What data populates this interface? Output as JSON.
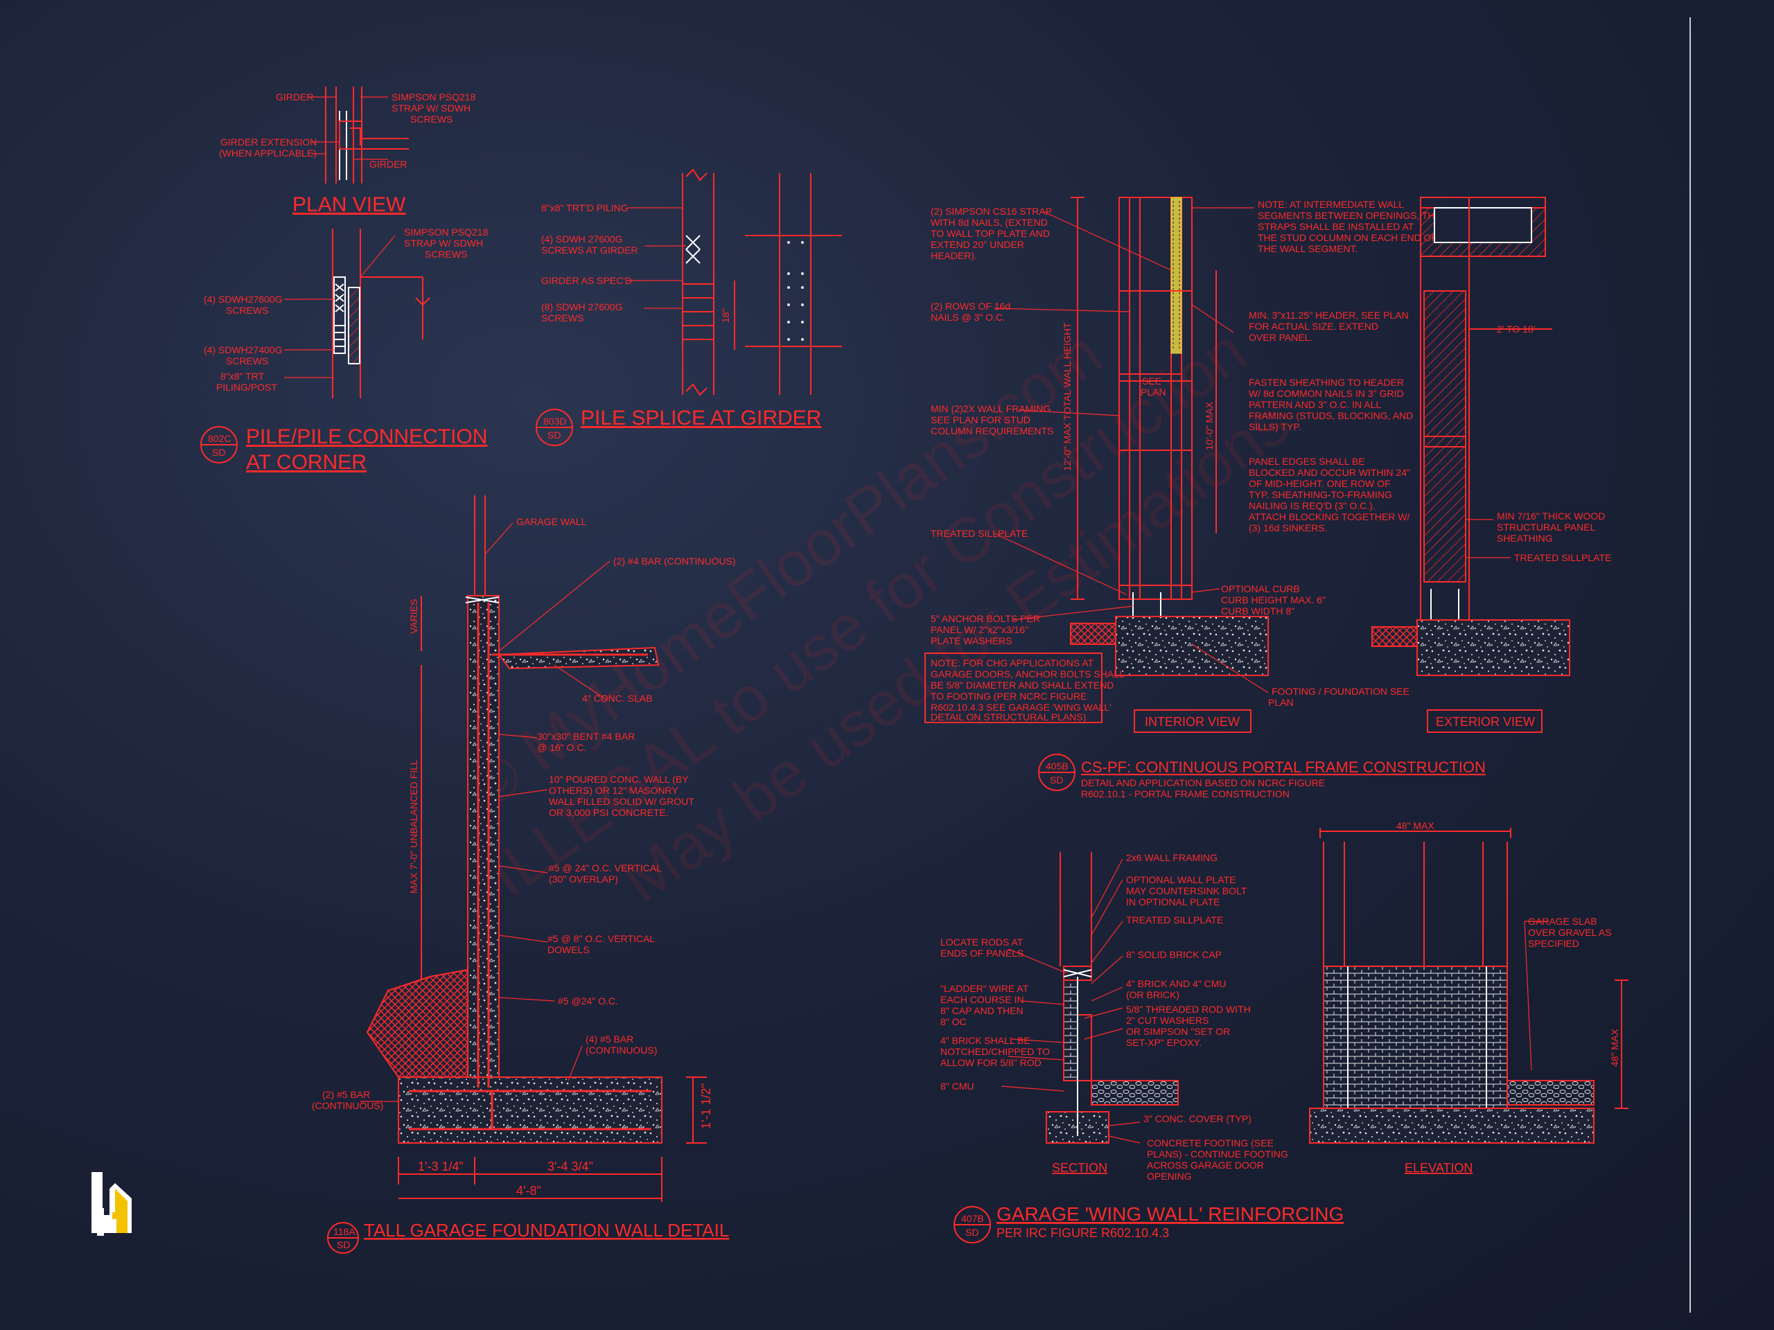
{
  "sheet": {
    "accent_color": "#ff2a2a",
    "background_color": "#1c2339"
  },
  "watermark": {
    "line1": "© MyHomeFloorPlans.com",
    "line2": "ILLEGAL to use for Construction",
    "line3": "May be used for Estimations"
  },
  "logo": {
    "icon": "house-logo-icon"
  },
  "detail_802c": {
    "plan_label": "PLAN VIEW",
    "title_line1": "PILE/PILE CONNECTION",
    "title_line2": "AT CORNER",
    "tag_number": "802C",
    "tag_sheet": "SD",
    "labels": {
      "girder": "GIRDER",
      "strap1_l1": "SIMPSON PSQ218",
      "strap1_l2": "STRAP W/ SDWH",
      "strap1_l3": "SCREWS",
      "ext_l1": "GIRDER EXTENSION",
      "ext_l2": "(WHEN APPLICABLE)",
      "girder2": "GIRDER",
      "strap2_l1": "SIMPSON PSQ218",
      "strap2_l2": "STRAP W/ SDWH",
      "strap2_l3": "SCREWS",
      "scr1_l1": "(4) SDWH27600G",
      "scr1_l2": "SCREWS",
      "scr2_l1": "(4) SDWH27400G",
      "scr2_l2": "SCREWS",
      "pile_l1": "8\"x8\" TRT",
      "pile_l2": "PILING/POST"
    }
  },
  "detail_803d": {
    "title": "PILE SPLICE AT GIRDER",
    "tag_number": "803D",
    "tag_sheet": "SD",
    "labels": {
      "piling": "8\"x8\" TRT'D PILING",
      "scr1_l1": "(4) SDWH 27600G",
      "scr1_l2": "SCREWS AT GIRDER",
      "girder": "GIRDER AS SPEC'D",
      "scr2_l1": "(8) SDWH 27600G",
      "scr2_l2": "SCREWS",
      "dim": "18\""
    }
  },
  "detail_405b": {
    "title": "CS-PF: CONTINUOUS PORTAL FRAME CONSTRUCTION",
    "sub_line1": "DETAIL AND APPLICATION BASED ON NCRC FIGURE",
    "sub_line2": "R602.10.1 - PORTAL FRAME CONSTRUCTION",
    "tag_number": "405B",
    "tag_sheet": "SD",
    "interior_label": "INTERIOR VIEW",
    "exterior_label": "EXTERIOR VIEW",
    "labels": {
      "strap_l1": "(2) SIMPSON CS16 STRAP",
      "strap_l2": "WITH 8d NAILS, (EXTEND",
      "strap_l3": "TO WALL TOP PLATE AND",
      "strap_l4": "EXTEND 20\" UNDER",
      "strap_l5": "HEADER).",
      "rows_l1": "(2) ROWS OF 16d",
      "rows_l2": "NAILS @ 3\" O.C.",
      "min_l1": "MIN (2)2X WALL FRAMING",
      "min_l2": "SEE PLAN FOR STUD",
      "min_l3": "COLUMN REQUIREMENTS",
      "sill": "TREATED SILLPLATE",
      "anchor_l1": "5\" ANCHOR BOLTS PER",
      "anchor_l2": "PANEL W/ 2\"x2\"x3/16\"",
      "anchor_l3": "PLATE WASHERS",
      "note_l1": "NOTE: FOR CHG APPLICATIONS AT",
      "note_l2": "GARAGE DOORS, ANCHOR BOLTS SHALL",
      "note_l3": "BE 5/8\" DIAMETER AND SHALL EXTEND",
      "note_l4": "TO FOOTING (PER NCRC FIGURE",
      "note_l5": "R602.10.4.3 SEE GARAGE 'WING WALL'",
      "note_l6": "DETAIL ON STRUCTURAL PLANS)",
      "see_plan_l1": "SEE",
      "see_plan_l2": "PLAN",
      "dim_wall": "12'-0\" MAX TOTAL WALL HEIGHT",
      "dim_10": "10'-0\" MAX",
      "topnote_l1": "NOTE: AT INTERMEDIATE WALL",
      "topnote_l2": "SEGMENTS BETWEEN OPENINGS, THE",
      "topnote_l3": "STRAPS SHALL BE INSTALLED AT",
      "topnote_l4": "THE STUD COLUMN ON EACH END OF",
      "topnote_l5": "THE WALL SEGMENT.",
      "header_l1": "MIN. 3\"x11.25\" HEADER, SEE PLAN",
      "header_l2": "FOR ACTUAL SIZE. EXTEND",
      "header_l3": "OVER PANEL.",
      "fasten_l1": "FASTEN SHEATHING TO HEADER",
      "fasten_l2": "W/ 8d COMMON NAILS IN 3\" GRID",
      "fasten_l3": "PATTERN AND 3\" O.C. IN ALL",
      "fasten_l4": "FRAMING (STUDS, BLOCKING, AND",
      "fasten_l5": "SILLS) TYP.",
      "panel_l1": "PANEL EDGES SHALL BE",
      "panel_l2": "BLOCKED AND OCCUR WITHIN 24\"",
      "panel_l3": "OF MID-HEIGHT. ONE ROW OF",
      "panel_l4": "TYP. SHEATHING-TO-FRAMING",
      "panel_l5": "NAILING IS REQ'D (3\" O.C.).",
      "panel_l6": "ATTACH BLOCKING TOGETHER W/",
      "panel_l7": "(3) 16d SINKERS.",
      "curb_l1": "OPTIONAL CURB",
      "curb_l2": "CURB HEIGHT MAX. 6\"",
      "curb_l3": "CURB WIDTH 8\"",
      "footing_l1": "FOOTING / FOUNDATION SEE",
      "footing_l2": "PLAN",
      "span": "2' TO 18'",
      "sheath_l1": "MIN 7/16\" THICK WOOD",
      "sheath_l2": "STRUCTURAL PANEL",
      "sheath_l3": "SHEATHING",
      "sill2": "TREATED SILLPLATE"
    }
  },
  "detail_118a": {
    "title": "TALL GARAGE FOUNDATION WALL DETAIL",
    "tag_number": "118A",
    "tag_sheet": "SD",
    "labels": {
      "garage_wall": "GARAGE WALL",
      "bar_cont": "(2) #4 BAR (CONTINUOUS)",
      "varies": "VARIES",
      "slab": "4\" CONC. SLAB",
      "bent_l1": "30\"x30\" BENT #4 BAR",
      "bent_l2": "@ 16\" O.C.",
      "wall_l1": "10\" POURED CONC. WALL (BY",
      "wall_l2": "OTHERS) OR 12\" MASONRY",
      "wall_l3": "WALL FILLED SOLID W/ GROUT",
      "wall_l4": "OR 3,000 PSI CONCRETE.",
      "vert_l1": "#5 @ 24\" O.C. VERTICAL",
      "vert_l2": "(30\" OVERLAP)",
      "dowel_l1": "#5 @ 8\" O.C. VERTICAL",
      "dowel_l2": "DOWELS",
      "five24": "#5 @24\" O.C.",
      "bar4_l1": "(4) #5 BAR",
      "bar4_l2": "(CONTINUOUS)",
      "bar2_l1": "(2) #5 BAR",
      "bar2_l2": "(CONTINUOUS)",
      "fill": "MAX 7'-0\" UNBALANCED FILL",
      "dim_1": "1'-3 1/4\"",
      "dim_2": "3'-4 3/4\"",
      "dim_3": "4'-8\"",
      "dim_4": "1'-1 1/2\""
    }
  },
  "detail_407b": {
    "title": "GARAGE 'WING WALL' REINFORCING",
    "sub": "PER IRC FIGURE R602.10.4.3",
    "tag_number": "407B",
    "tag_sheet": "SD",
    "section_label": "SECTION",
    "elevation_label": "ELEVATION",
    "labels": {
      "framing": "2x6 WALL FRAMING",
      "opt_l1": "OPTIONAL WALL PLATE",
      "opt_l2": "MAY COUNTERSINK BOLT",
      "opt_l3": "IN OPTIONAL PLATE",
      "sill": "TREATED SILLPLATE",
      "cap": "8\" SOLID BRICK CAP",
      "brick_l1": "4\" BRICK AND 4\" CMU",
      "brick_l2": "(OR BRICK)",
      "rod_l1": "5/8\" THREADED ROD WITH",
      "rod_l2": "2\" CUT WASHERS",
      "rod_l3": "OR SIMPSON \"SET OR",
      "rod_l4": "SET-XP\" EPOXY.",
      "locate_l1": "LOCATE RODS AT",
      "locate_l2": "ENDS OF PANELS",
      "ladder_l1": "\"LADDER\" WIRE AT",
      "ladder_l2": "EACH COURSE IN",
      "ladder_l3": "8\" CAP AND THEN",
      "ladder_l4": "8\" OC",
      "notch_l1": "4\" BRICK SHALL BE",
      "notch_l2": "NOTCHED/CHIPPED TO",
      "notch_l3": "ALLOW FOR 5/8\" ROD",
      "cmu": "8\" CMU",
      "cover": "3\" CONC. COVER (TYP)",
      "ftg_l1": "CONCRETE FOOTING (SEE",
      "ftg_l2": "PLANS) - CONTINUE FOOTING",
      "ftg_l3": "ACROSS GARAGE DOOR",
      "ftg_l4": "OPENING",
      "max48": "48\" MAX",
      "max48v": "48\" MAX",
      "slab_l1": "GARAGE SLAB",
      "slab_l2": "OVER GRAVEL AS",
      "slab_l3": "SPECIFIED"
    }
  }
}
